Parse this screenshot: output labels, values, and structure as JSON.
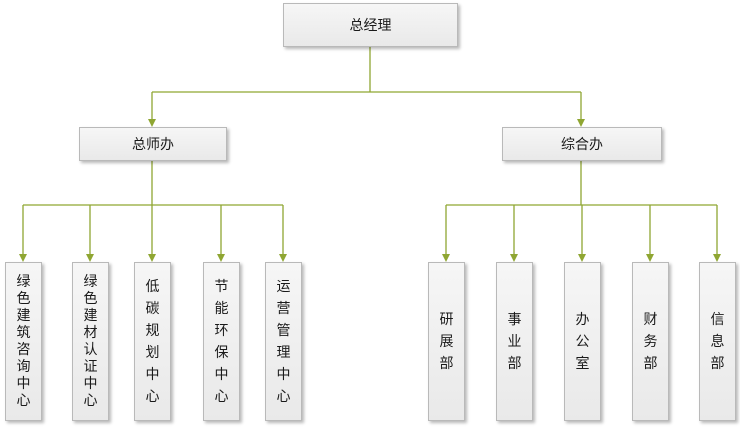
{
  "org": {
    "root": {
      "label": "总经理"
    },
    "branches": [
      {
        "label": "总师办",
        "children": [
          {
            "label": "绿色建筑咨询中心"
          },
          {
            "label": "绿色建材认证中心"
          },
          {
            "label": "低碳规划中心"
          },
          {
            "label": "节能环保中心"
          },
          {
            "label": "运营管理中心"
          }
        ]
      },
      {
        "label": "综合办",
        "children": [
          {
            "label": "研展部"
          },
          {
            "label": "事业部"
          },
          {
            "label": "办公室"
          },
          {
            "label": "财务部"
          },
          {
            "label": "信息部"
          }
        ]
      }
    ]
  },
  "colors": {
    "connector": "#8fa632",
    "node_border": "#b9b9b9",
    "node_fill": "#efefef"
  }
}
